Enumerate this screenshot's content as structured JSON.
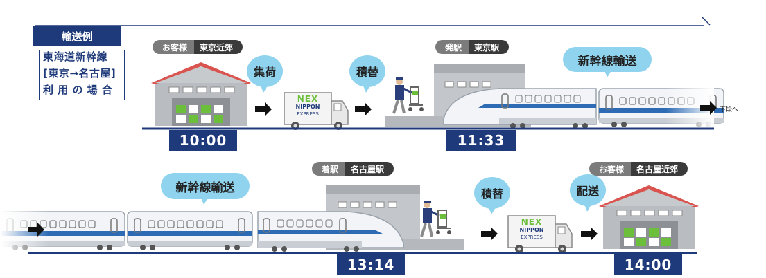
{
  "header": {
    "title": "輸送例",
    "case_lines": [
      "東海道新幹線",
      "[東京→名古屋]",
      "利 用 の 場 合"
    ]
  },
  "row1": {
    "customer_tag": {
      "label": "お客様",
      "value": "東京近郊"
    },
    "pickup_bubble": "集荷",
    "transfer_bubble": "積替",
    "station_tag": {
      "label": "発駅",
      "value": "東京駅"
    },
    "transport_bubble": "新幹線輸送",
    "time_pickup": "10:00",
    "time_depart": "11:33",
    "next_label": "下段へ"
  },
  "row2": {
    "transport_bubble": "新幹線輸送",
    "station_tag": {
      "label": "着駅",
      "value": "名古屋駅"
    },
    "transfer_bubble": "積替",
    "customer_tag": {
      "label": "お客様",
      "value": "名古屋近郊"
    },
    "delivery_bubble": "配送",
    "time_arrive": "13:14",
    "time_deliver": "14:00"
  },
  "truck": {
    "logo_mark": "NEX",
    "logo_line1": "NIPPON",
    "logo_line2": "EXPRESS"
  },
  "colors": {
    "navy": "#1f3a7a",
    "bubble": "#8fd3ee",
    "roof": "#d9534f",
    "green": "#6cbf3a",
    "rail_blue": "#2d6bb5"
  }
}
